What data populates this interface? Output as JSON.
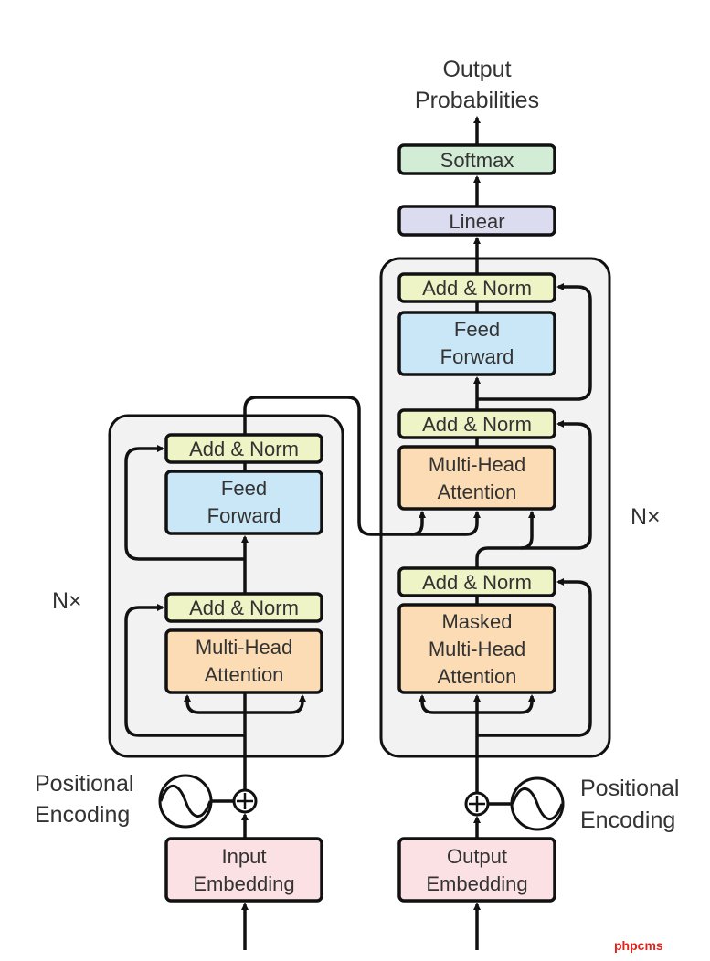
{
  "output_label": [
    "Output",
    "Probabilities"
  ],
  "encoder": {
    "repeat_label": "N×",
    "add_norm_top": "Add & Norm",
    "feed_forward": [
      "Feed",
      "Forward"
    ],
    "add_norm_bottom": "Add & Norm",
    "attention": [
      "Multi-Head",
      "Attention"
    ],
    "positional_encoding": [
      "Positional",
      "Encoding"
    ],
    "embedding": [
      "Input",
      "Embedding"
    ]
  },
  "decoder": {
    "repeat_label": "N×",
    "softmax": "Softmax",
    "linear": "Linear",
    "add_norm_top": "Add & Norm",
    "feed_forward": [
      "Feed",
      "Forward"
    ],
    "add_norm_mid": "Add & Norm",
    "attention": [
      "Multi-Head",
      "Attention"
    ],
    "add_norm_bottom": "Add & Norm",
    "masked_attention": [
      "Masked",
      "Multi-Head",
      "Attention"
    ],
    "positional_encoding": [
      "Positional",
      "Encoding"
    ],
    "embedding": [
      "Output",
      "Embedding"
    ]
  },
  "colors": {
    "add_norm": "#eef4c6",
    "feed_forward": "#c9e7f6",
    "attention": "#fcdcb4",
    "embedding": "#fbe1e3",
    "softmax": "#d3ecd5",
    "linear": "#dcdcf0",
    "panel": "#f2f2f2"
  },
  "watermark": "phpcms"
}
